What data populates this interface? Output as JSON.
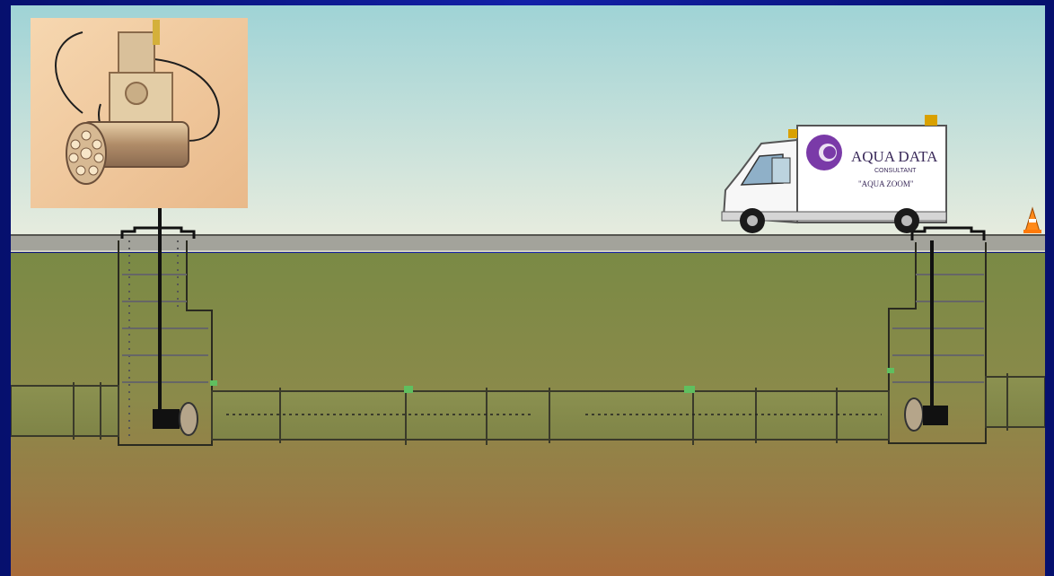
{
  "scene": {
    "van": {
      "brand_line": "AQUA DATA",
      "sub_line": "CONSULTANT",
      "model_line": "\"AQUA ZOOM\""
    },
    "icons": [
      "camera-photo",
      "van",
      "traffic-cone",
      "manhole",
      "sewer-pipe",
      "zoom-camera"
    ]
  }
}
